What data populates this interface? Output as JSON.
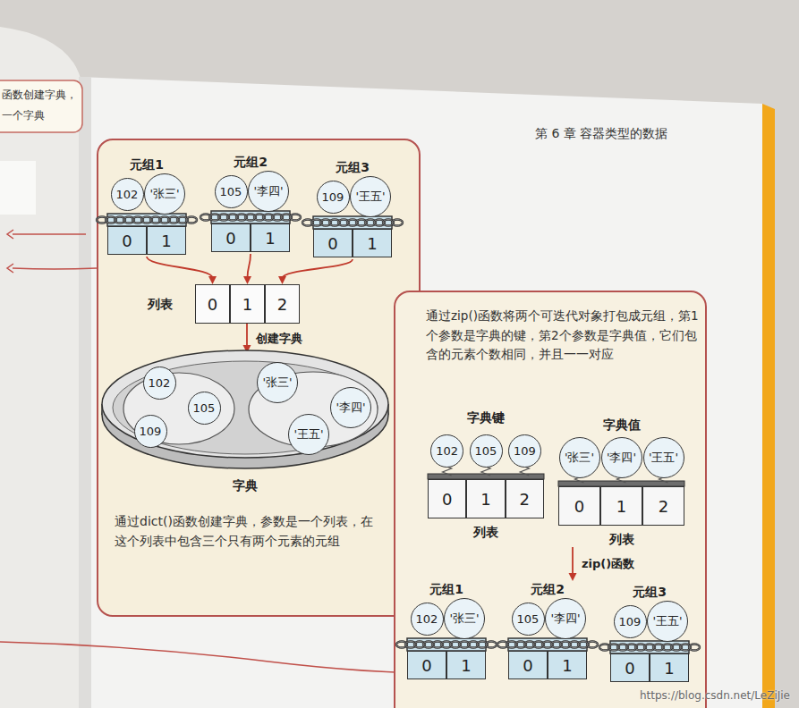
{
  "diagram": {
    "nodes": [
      {
        "text": [
          "通过dict()函数创建字典，参数是一个列表，在这个列表中包含三个只有两个元素的元组"
        ]
      },
      {
        "text": [
          "元组1"
        ],
        "in": 0
      },
      {
        "text": [
          "102"
        ],
        "in": 1
      },
      {
        "text": [
          "'张三'"
        ],
        "in": 1
      },
      {
        "text": [
          "0"
        ],
        "in": 1
      },
      {
        "text": [
          "1"
        ],
        "in": 1
      },
      {
        "text": [
          "元组2"
        ],
        "in": 0
      },
      {
        "text": [
          "105"
        ],
        "in": 6
      },
      {
        "text": [
          "'李四'"
        ],
        "in": 6
      },
      {
        "text": [
          "0"
        ],
        "in": 6
      },
      {
        "text": [
          "1"
        ],
        "in": 6
      },
      {
        "text": [
          "元组3"
        ],
        "in": 0
      },
      {
        "text": [
          "109"
        ],
        "in": 11
      },
      {
        "text": [
          "'王五'"
        ],
        "in": 11
      },
      {
        "text": [
          "0"
        ],
        "in": 11
      },
      {
        "text": [
          "1"
        ],
        "in": 11
      },
      {
        "text": [
          "列表"
        ],
        "in": 0
      },
      {
        "text": [
          "0"
        ],
        "in": 16
      },
      {
        "text": [
          "1"
        ],
        "in": 16
      },
      {
        "text": [
          "2"
        ],
        "in": 16
      },
      {
        "text": [
          "字典"
        ],
        "in": 0
      },
      {
        "text": [
          "102"
        ],
        "in": 20
      },
      {
        "text": [
          "105"
        ],
        "in": 20
      },
      {
        "text": [
          "109"
        ],
        "in": 20
      },
      {
        "text": [
          "'张三'"
        ],
        "in": 20
      },
      {
        "text": [
          "'李四'"
        ],
        "in": 20
      },
      {
        "text": [
          "'王五'"
        ],
        "in": 20
      },
      {
        "text": [
          "通过zip()函数将两个可迭代对象打包成元组，第1个参数是字典的键，第2个参数是字典值，它们包含的元素个数相同，并且一一对应"
        ]
      },
      {
        "text": [
          "字典键",
          "列表"
        ],
        "in": 27
      },
      {
        "text": [
          "102"
        ],
        "in": 28
      },
      {
        "text": [
          "105"
        ],
        "in": 28
      },
      {
        "text": [
          "109"
        ],
        "in": 28
      },
      {
        "text": [
          "0"
        ],
        "in": 28
      },
      {
        "text": [
          "1"
        ],
        "in": 28
      },
      {
        "text": [
          "2"
        ],
        "in": 28
      },
      {
        "text": [
          "字典值",
          "列表"
        ],
        "in": 27
      },
      {
        "text": [
          "'张三'"
        ],
        "in": 35
      },
      {
        "text": [
          "'李四'"
        ],
        "in": 35
      },
      {
        "text": [
          "'王五'"
        ],
        "in": 35
      },
      {
        "text": [
          "0"
        ],
        "in": 35
      },
      {
        "text": [
          "1"
        ],
        "in": 35
      },
      {
        "text": [
          "2"
        ],
        "in": 35
      },
      {
        "text": [
          "元组1"
        ],
        "in": 27
      },
      {
        "text": [
          "102"
        ],
        "in": 42
      },
      {
        "text": [
          "'张三'"
        ],
        "in": 42
      },
      {
        "text": [
          "0"
        ],
        "in": 42
      },
      {
        "text": [
          "1"
        ],
        "in": 42
      },
      {
        "text": [
          "元组2"
        ],
        "in": 27
      },
      {
        "text": [
          "105"
        ],
        "in": 47
      },
      {
        "text": [
          "'李四'"
        ],
        "in": 47
      },
      {
        "text": [
          "0"
        ],
        "in": 47
      },
      {
        "text": [
          "1"
        ],
        "in": 47
      },
      {
        "text": [
          "元组3"
        ],
        "in": 27
      },
      {
        "text": [
          "109"
        ],
        "in": 52
      },
      {
        "text": [
          "'王五'"
        ],
        "in": 52
      },
      {
        "text": [
          "0"
        ],
        "in": 52
      },
      {
        "text": [
          "1"
        ],
        "in": 52
      }
    ],
    "edges": [
      {
        "from": 1,
        "to": 17,
        "arrow": "to"
      },
      {
        "from": 6,
        "to": 18,
        "arrow": "to"
      },
      {
        "from": 11,
        "to": 19,
        "arrow": "to"
      },
      {
        "from": 16,
        "to": 20,
        "label": "创建字典",
        "arrow": "to"
      },
      {
        "from": 21,
        "to": 24,
        "arrow": "to"
      },
      {
        "from": 22,
        "to": 25,
        "arrow": "to"
      },
      {
        "from": 23,
        "to": 26,
        "arrow": "to"
      },
      {
        "from": 35,
        "to": 47,
        "label": "zip()函数",
        "arrow": "to"
      }
    ],
    "labels": [
      "第 6 章 容器类型的数据",
      "函数创建字典，",
      "一个字典",
      "https://blog.csdn.net/LeZiJie"
    ]
  }
}
